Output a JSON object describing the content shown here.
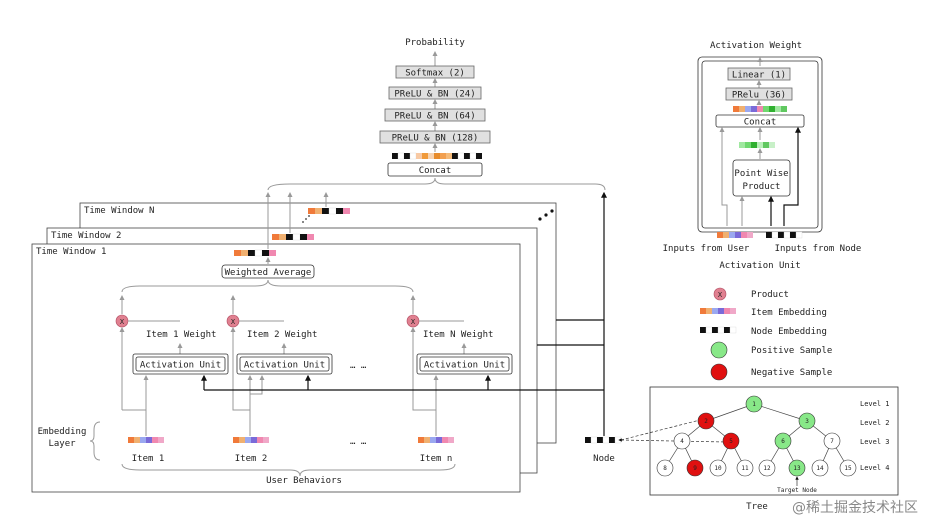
{
  "top_tower": {
    "output_label": "Probability",
    "layers": [
      "Softmax (2)",
      "PReLU & BN (24)",
      "PReLU & BN (64)",
      "PReLU & BN (128)"
    ],
    "concat_label": "Concat"
  },
  "time_windows": {
    "labels": [
      "Time Window N",
      "Time Window 2",
      "Time Window 1"
    ],
    "weighted_average": "Weighted Average",
    "product_symbol": "X",
    "weights": [
      "Item 1 Weight",
      "Item 2 Weight",
      "Item N Weight"
    ],
    "activation_unit": "Activation Unit",
    "ellipsis": "…  …",
    "embedding_layer": "Embedding Layer",
    "items": [
      "Item 1",
      "Item 2",
      "Item n"
    ],
    "user_behaviors": "User Behaviors",
    "node_label": "Node"
  },
  "activation_detail": {
    "title": "Activation Weight",
    "layers": [
      "Linear (1)",
      "PRelu (36)"
    ],
    "concat_label": "Concat",
    "product_label": "Point Wise Product",
    "inputs_user": "Inputs from User",
    "inputs_node": "Inputs from Node",
    "caption": "Activation Unit"
  },
  "legend": {
    "product_symbol": "X",
    "items": [
      "Product",
      "Item Embedding",
      "Node Embedding",
      "Positive Sample",
      "Negative Sample"
    ]
  },
  "tree": {
    "levels": [
      "Level 1",
      "Level 2",
      "Level 3",
      "Level 4"
    ],
    "nodes": [
      "1",
      "2",
      "3",
      "4",
      "5",
      "6",
      "7",
      "8",
      "9",
      "10",
      "11",
      "12",
      "13",
      "14",
      "15"
    ],
    "target_label": "Target Node",
    "caption": "Tree"
  },
  "watermark": "@稀土掘金技术社区",
  "colors": {
    "positive": "#88e888",
    "negative": "#e01010",
    "product": "#e08090",
    "layer_box": "#e0e0e0",
    "item_embedding": [
      "#f07a3a",
      "#f0b070",
      "#9aa8f0",
      "#7a6ad8",
      "#f088b0",
      "#f0a8c8"
    ],
    "node_embedding": [
      "#111111",
      "#ffffff",
      "#111111",
      "#ffffff",
      "#111111",
      "#ffffff"
    ]
  }
}
